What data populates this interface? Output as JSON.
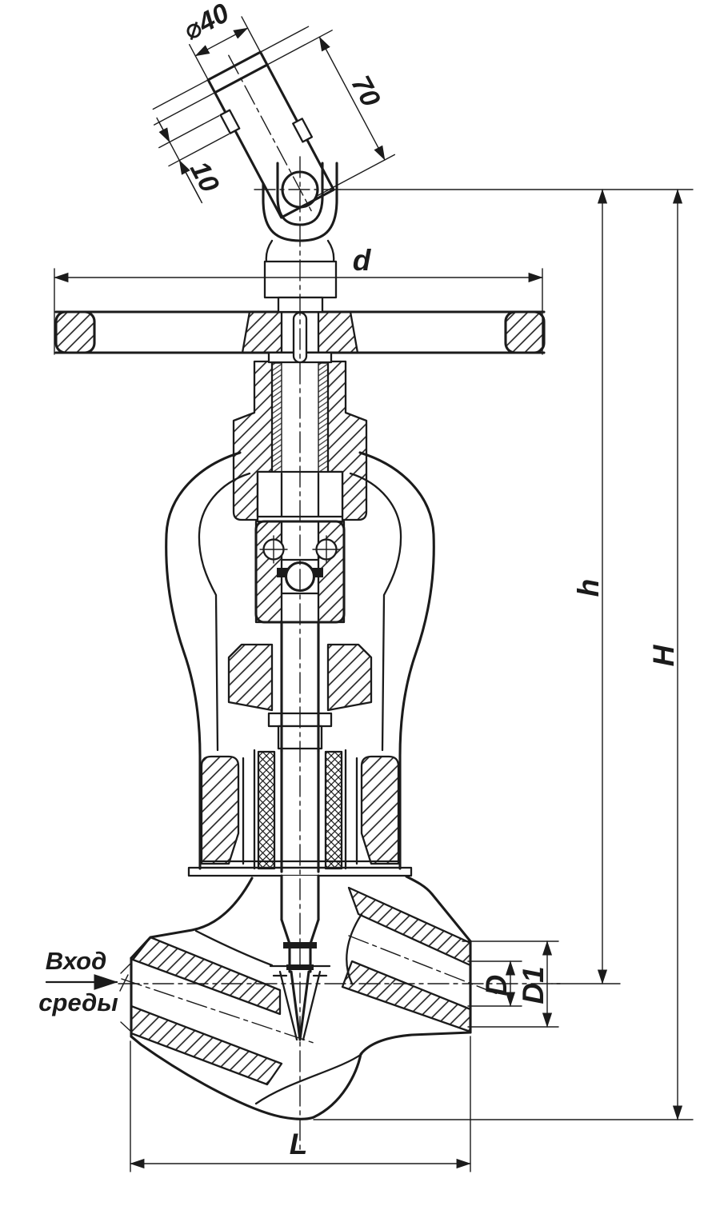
{
  "drawing_type": "valve-sectional-engineering-drawing",
  "colors": {
    "line": "#1b1b1b",
    "background": "#ffffff"
  },
  "dimensions": {
    "phi40": "⌀40",
    "len70": "70",
    "thk10": "10",
    "d": "d",
    "h": "h",
    "H": "H",
    "D": "D",
    "D1": "D1",
    "L": "L"
  },
  "inlet": {
    "line1": "Вход",
    "line2": "среды"
  }
}
